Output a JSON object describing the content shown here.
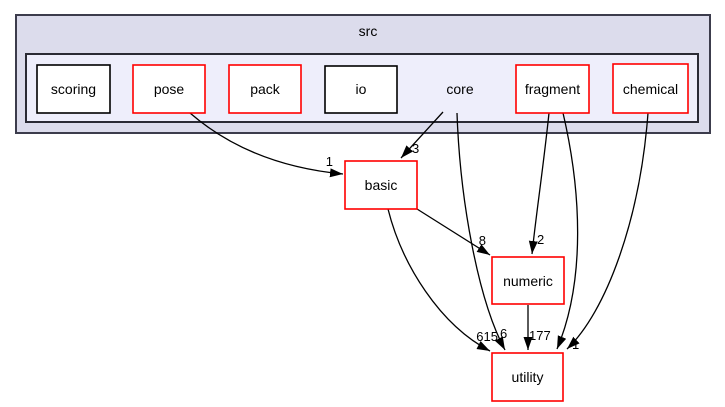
{
  "diagram": {
    "kind": "directory-dependency-graph",
    "title": "src",
    "current_dir": "core",
    "nodes": [
      {
        "id": "scoring",
        "label": "scoring",
        "style": "plain"
      },
      {
        "id": "pose",
        "label": "pose",
        "style": "red"
      },
      {
        "id": "pack",
        "label": "pack",
        "style": "red"
      },
      {
        "id": "io",
        "label": "io",
        "style": "plain"
      },
      {
        "id": "core",
        "label": "core",
        "style": "current"
      },
      {
        "id": "fragment",
        "label": "fragment",
        "style": "red"
      },
      {
        "id": "chemical",
        "label": "chemical",
        "style": "red"
      },
      {
        "id": "basic",
        "label": "basic",
        "style": "red"
      },
      {
        "id": "numeric",
        "label": "numeric",
        "style": "red"
      },
      {
        "id": "utility",
        "label": "utility",
        "style": "red"
      }
    ],
    "edges": [
      {
        "from": "pose",
        "to": "basic",
        "count": "1"
      },
      {
        "from": "core",
        "to": "basic",
        "count": "3"
      },
      {
        "from": "basic",
        "to": "numeric",
        "count": "8"
      },
      {
        "from": "fragment",
        "to": "numeric",
        "count": "2"
      },
      {
        "from": "basic",
        "to": "utility",
        "count": "615"
      },
      {
        "from": "core",
        "to": "utility",
        "count": "6"
      },
      {
        "from": "numeric",
        "to": "utility",
        "count": "177"
      },
      {
        "from": "fragment",
        "to": "utility",
        "count": ""
      },
      {
        "from": "chemical",
        "to": "utility",
        "count": "1"
      }
    ],
    "colors": {
      "outer_cluster_fill": "#dcdcec",
      "inner_cluster_fill": "#eeeefb",
      "cluster_border": "#3c3c4c",
      "node_fill": "#ffffff",
      "node_border_red": "#ff0000",
      "node_border_black": "#000000",
      "edge": "#000000",
      "text": "#000000"
    }
  }
}
